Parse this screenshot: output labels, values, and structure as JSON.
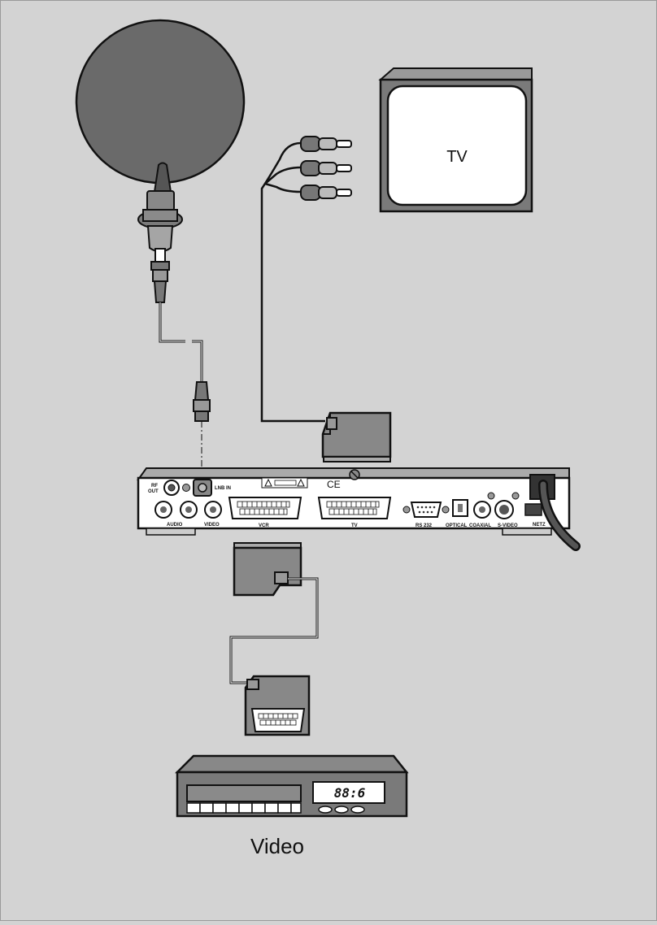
{
  "diagram": {
    "tv_label": "TV",
    "video_caption": "Video",
    "vcr_display": "88:6",
    "receiver": {
      "rf_out_line1": "RF",
      "rf_out_line2": "OUT",
      "lnb_in": "LNB IN",
      "audio": "AUDIO",
      "video": "VIDEO",
      "vcr": "VCR",
      "tv": "TV",
      "rs232": "RS 232",
      "optical": "OPTICAL",
      "coaxial": "COAXIAL",
      "s_video": "S-VIDEO",
      "netz": "NETZ",
      "ce_mark": "CE"
    }
  },
  "colors": {
    "background": "#d3d3d3",
    "dish": "#6a6a6a",
    "device_face": "#ffffff",
    "connector_grey": "#9a9a9a",
    "outline": "#1a1a1a"
  },
  "icons": [
    "satellite-dish-icon",
    "tv-icon",
    "rca-plug-icon",
    "scart-plug-icon",
    "receiver-icon",
    "vcr-icon",
    "power-cable-icon"
  ]
}
